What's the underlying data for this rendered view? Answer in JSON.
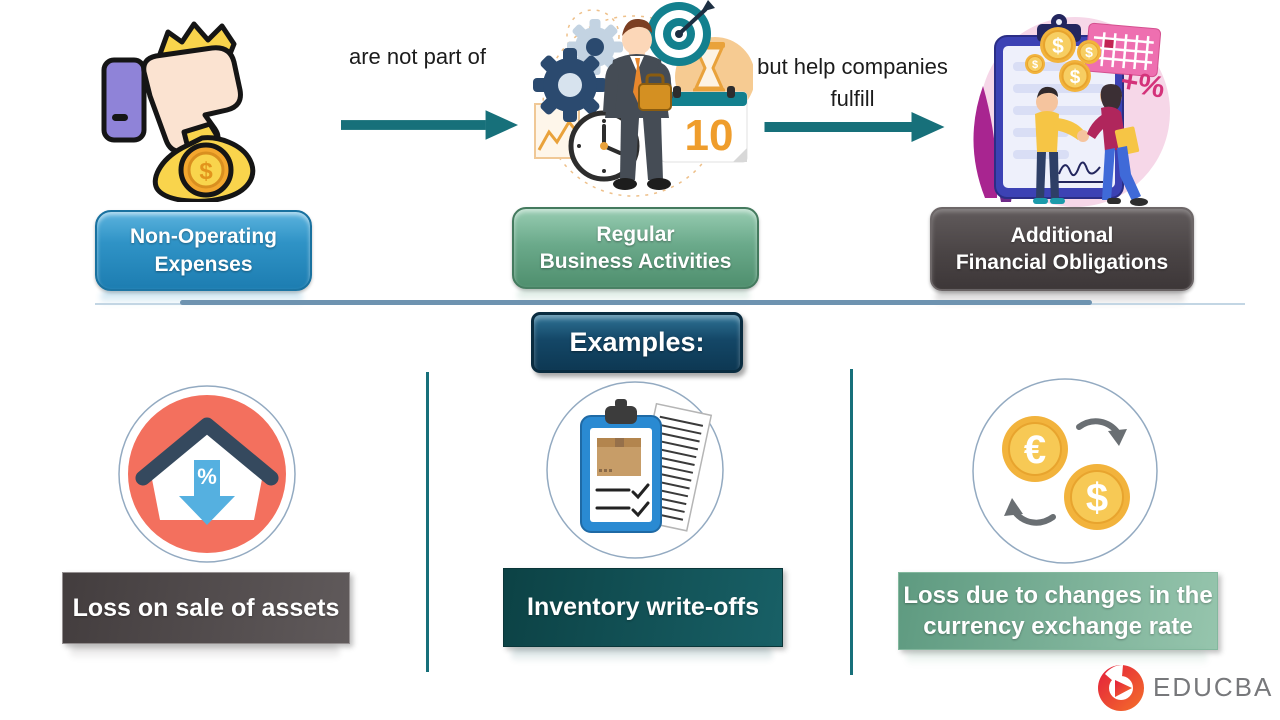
{
  "flow": {
    "step1": {
      "label_line1": "Non-Operating",
      "label_line2": "Expenses"
    },
    "connector1": {
      "line1": "are not",
      "line2": "part of"
    },
    "step2": {
      "label_line1": "Regular",
      "label_line2": "Business Activities"
    },
    "connector2": {
      "line1": "but help",
      "line2": "companies fulfill"
    },
    "step3": {
      "label_line1": "Additional",
      "label_line2": "Financial Obligations"
    },
    "illustrations": {
      "money_bag_coin_symbol": "$",
      "calendar_number": "10",
      "plus_percent": "+%",
      "obligation_coin_symbol": "$"
    }
  },
  "examples": {
    "header": "Examples:",
    "item1": {
      "label": "Loss on sale of assets",
      "percent_symbol": "%"
    },
    "item2": {
      "label": "Inventory write-offs"
    },
    "item3": {
      "label_line1": "Loss due to changes in the",
      "label_line2": "currency exchange rate",
      "euro_symbol": "€",
      "dollar_symbol": "$"
    }
  },
  "branding": {
    "logo_text": "EDUCBA"
  },
  "colors": {
    "arrow_teal": "#17707a",
    "divider_blue": "#6e93b0",
    "step1_blue": "#2f93c6",
    "step2_green": "#6baa8b",
    "step3_gray": "#4a4445",
    "examples_navy": "#144767",
    "box2_teal": "#0c4245",
    "box3_green": "#76ab92",
    "circle1_coral": "#f3705e",
    "coin_gold": "#f2b33c"
  }
}
